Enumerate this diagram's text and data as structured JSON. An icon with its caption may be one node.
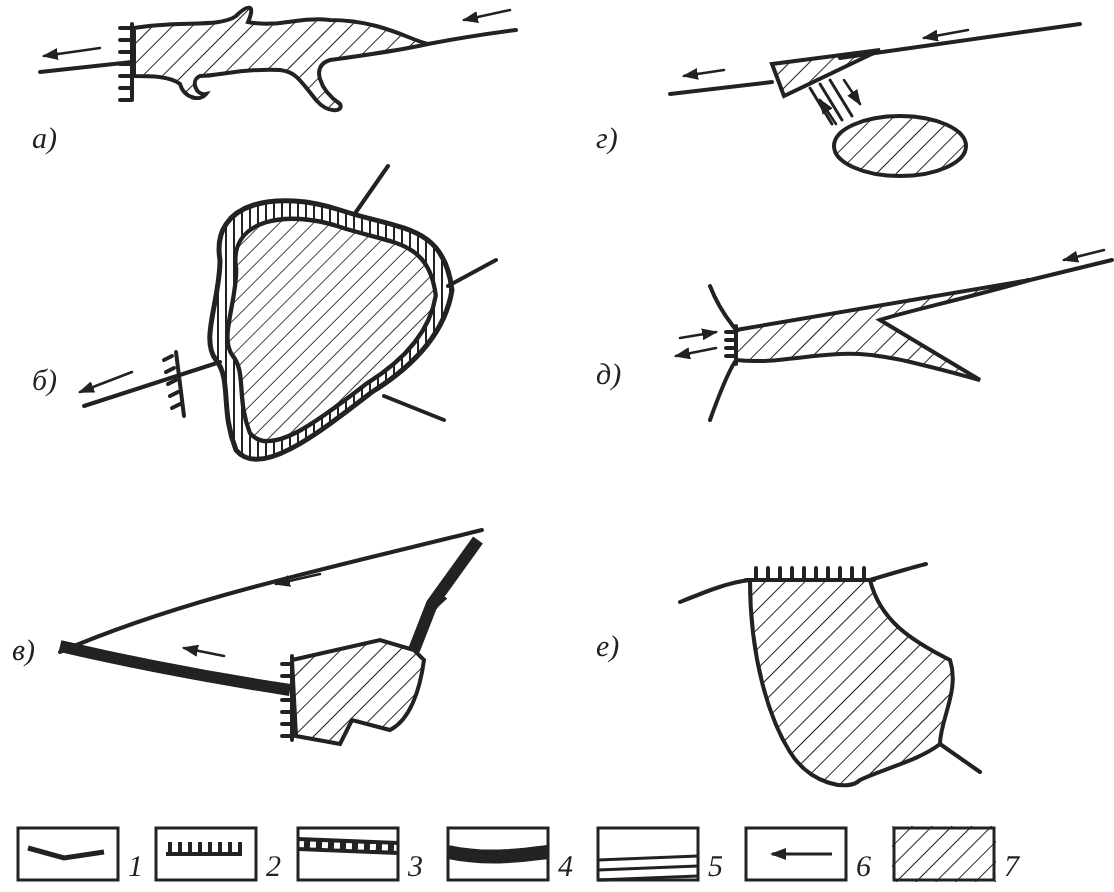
{
  "diagram": {
    "labels": [
      "а)",
      "г)",
      "б)",
      "д)",
      "в)",
      "е)"
    ],
    "legend": [
      {
        "text": "1"
      },
      {
        "text": "2"
      },
      {
        "text": "3"
      },
      {
        "text": "4"
      },
      {
        "text": "5"
      },
      {
        "text": "6"
      },
      {
        "text": "7"
      }
    ]
  }
}
